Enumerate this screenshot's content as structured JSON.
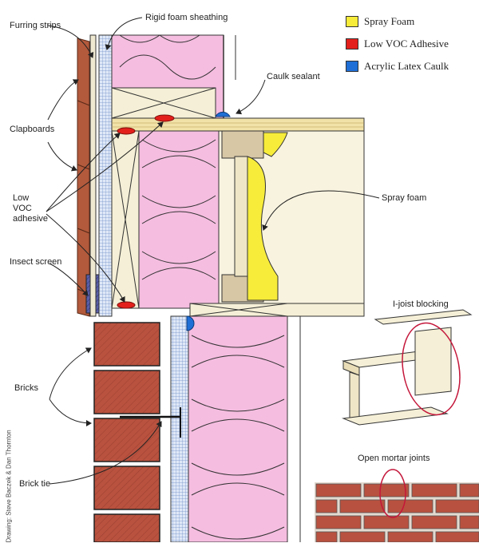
{
  "labels": {
    "furring_strips": "Furring strips",
    "rigid_foam": "Rigid foam sheathing",
    "caulk_sealant": "Caulk sealant",
    "clapboards": "Clapboards",
    "low_voc_line1": "Low",
    "low_voc_line2": "VOC",
    "low_voc_line3": "adhesive",
    "spray_foam": "Spray foam",
    "insect_screen": "Insect screen",
    "ijoist_blocking": "I-joist blocking",
    "bricks": "Bricks",
    "open_mortar": "Open mortar joints",
    "brick_tie": "Brick tie"
  },
  "legend": [
    {
      "label": "Spray Foam",
      "color": "#f7ec3a"
    },
    {
      "label": "Low VOC Adhesive",
      "color": "#e3201b"
    },
    {
      "label": "Acrylic Latex Caulk",
      "color": "#1f6fd6"
    }
  ],
  "credit": "Drawing: Steve Baczek & Dan Thornton",
  "colors": {
    "insulation": "#f5bde0",
    "brick": "#b8513f",
    "wood": "#f4efd6",
    "sheathing_grid": "#8fa8d6"
  }
}
